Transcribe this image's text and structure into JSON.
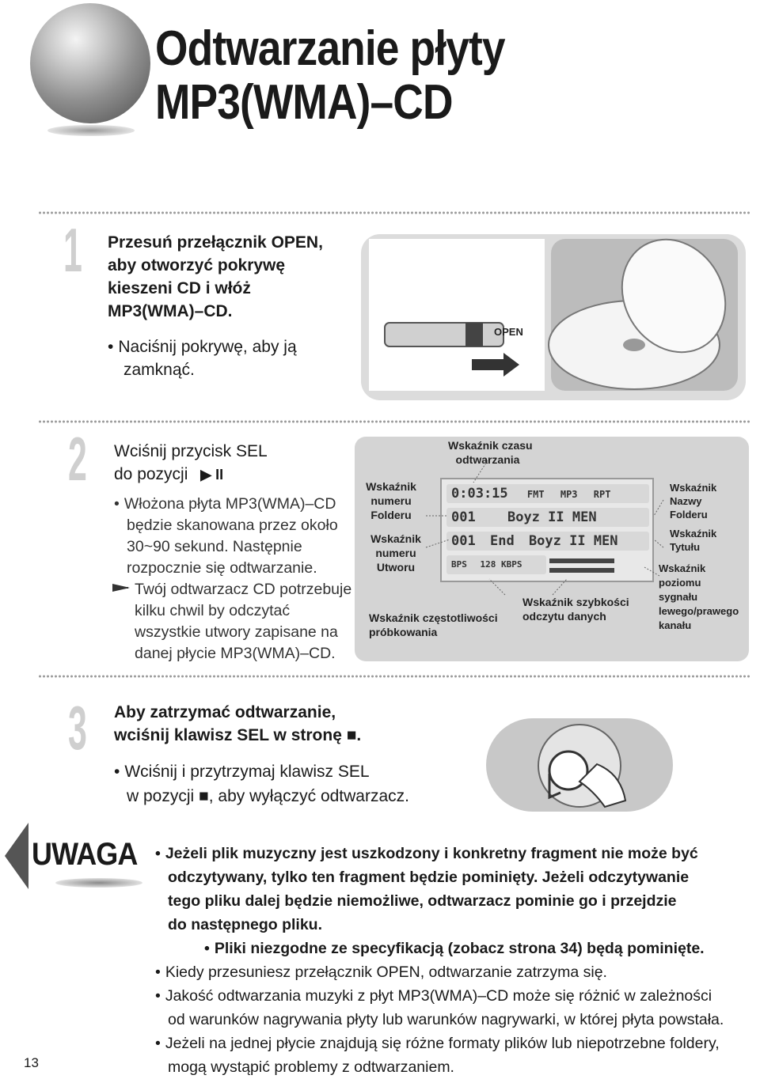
{
  "page": {
    "title_line1": "Odtwarzanie płyty",
    "title_line2": "MP3(WMA)–CD",
    "page_number": "13"
  },
  "step1": {
    "number": "1",
    "lines": [
      "Przesuń przełącznik OPEN,",
      "aby otworzyć pokrywę",
      "kieszeni CD i włóż",
      "MP3(WMA)–CD."
    ],
    "bullet_lines": [
      "Naciśnij pokrywę, aby ją",
      "zamknąć."
    ],
    "open_label": "OPEN"
  },
  "step2": {
    "number": "2",
    "lines": [
      "Wciśnij przycisk SEL",
      "do pozycji"
    ],
    "play_pause_symbol": "▶ II",
    "bullet_lines": [
      "Włożona płyta MP3(WMA)–CD",
      "będzie skanowana przez około",
      "30~90 sekund. Następnie",
      "rozpocznie się odtwarzanie."
    ],
    "note_lines": [
      "Twój odtwarzacz CD potrzebuje",
      "kilku chwil by odczytać",
      "wszystkie utwory zapisane na",
      "danej płycie MP3(WMA)–CD."
    ]
  },
  "display": {
    "labels": {
      "time": [
        "Wskaźnik czasu",
        "odtwarzania"
      ],
      "folder_number": [
        "Wskaźnik",
        "numeru",
        "Folderu"
      ],
      "track_number": [
        "Wskaźnik",
        "numeru",
        "Utworu"
      ],
      "sampling": [
        "Wskaźnik częstotliwości",
        "próbkowania"
      ],
      "speed": [
        "Wskaźnik szybkości",
        "odczytu danych"
      ],
      "folder_name": [
        "Wskaźnik",
        "Nazwy",
        "Folderu"
      ],
      "title": [
        "Wskaźnik",
        "Tytułu"
      ],
      "level": [
        "Wskaźnik",
        "poziomu",
        "sygnału",
        "lewego/prawego",
        "kanału"
      ]
    },
    "lcd": {
      "row1": [
        "0:03:15",
        "FMT",
        "MP3",
        "RPT"
      ],
      "row2": [
        "001",
        "Boyz II MEN"
      ],
      "row3": [
        "001",
        "End",
        "Boyz II MEN"
      ],
      "row4": [
        "BPS",
        "128 KBPS"
      ]
    }
  },
  "step3": {
    "number": "3",
    "line1": "Aby zatrzymać odtwarzanie,",
    "line2": "wciśnij klawisz SEL w stronę",
    "stop_symbol": "■",
    "bullet_line1": "Wciśnij i przytrzymaj klawisz SEL",
    "bullet_line2_a": "w pozycji",
    "bullet_line2_b": ", aby wyłączyć odtwarzacz."
  },
  "note": {
    "heading": "UWAGA",
    "bold_lines": [
      "Jeżeli plik  muzyczny jest uszkodzony i konkretny fragment nie  może być",
      "odczytywany, tylko ten fragment będzie pominięty. Jeżeli odczytywanie",
      "tego pliku dalej będzie niemożliwe, odtwarzacz pominie  go i przejdzie",
      "do następnego pliku."
    ],
    "bold_bullet2": "Pliki niezgodne ze specyfikacją (zobacz strona 34) będą pominięte.",
    "bullet3": "Kiedy przesuniesz przełącznik OPEN, odtwarzanie zatrzyma się.",
    "bullet4_lines": [
      "Jakość odtwarzania muzyki z płyt MP3(WMA)–CD może się różnić w zależności",
      "od warunków nagrywania płyty lub warunków nagrywarki, w której płyta powstała."
    ],
    "bullet5_lines": [
      "Jeżeli na jednej płycie znajdują się różne formaty plików lub niepotrzebne foldery,",
      "mogą wystąpić problemy z odtwarzaniem."
    ]
  }
}
